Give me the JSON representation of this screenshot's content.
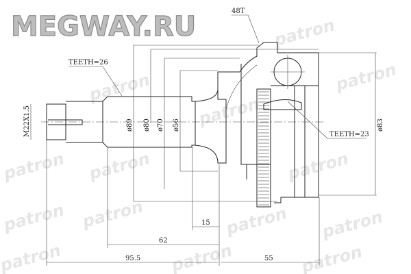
{
  "logo": "MEGWAY.RU",
  "watermark": "patron",
  "callouts": {
    "spline_ring": "48T",
    "shaft_teeth": "TEETH=26",
    "inner_teeth": "TEETH=23",
    "thread": "M22X1.5"
  },
  "diameters": {
    "d89": "ø89",
    "d80": "ø80",
    "d70": "ø70",
    "d56": "ø56",
    "d83": "ø83"
  },
  "lengths": {
    "l15": "15",
    "l62": "62",
    "l95": "95.5",
    "l55": "55"
  }
}
